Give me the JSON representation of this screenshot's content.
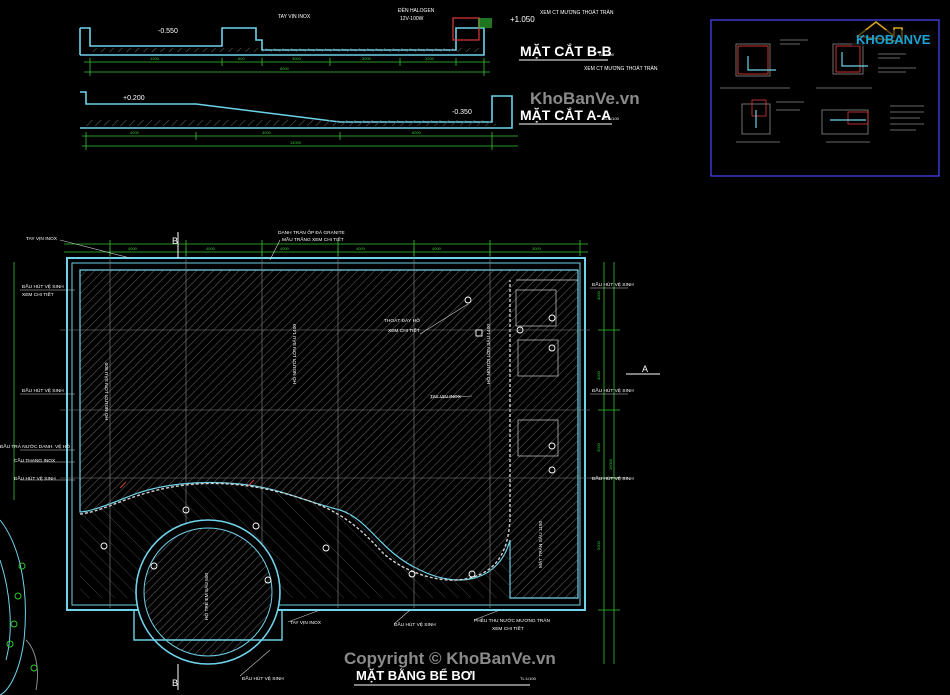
{
  "section_bb": {
    "title": "MẶT CẮT B-B",
    "scale": "TL:1/100",
    "label_light": "ĐÈN HALOGEN",
    "label_light_spec": "12V-100W",
    "label_drain": "XEM CT MƯƠNG THOÁT TRÀN",
    "label_rail": "TAY VỊN INOX",
    "level_left": "-0.550",
    "level_right": "+1.050"
  },
  "section_aa": {
    "title": "MẶT CẮT A-A",
    "scale": "TL:1/100",
    "label_drain": "XEM CT MƯƠNG THOÁT TRÀN",
    "level_left": "+0.200",
    "level_right": "-0.350"
  },
  "plan": {
    "title": "MẶT BẰNG BỂ BƠI",
    "scale": "TL:1/100",
    "section_mark_b": "B",
    "section_mark_a": "A",
    "labels": {
      "rail_top": "TAY VỊN INOX",
      "granite": "DANH TRÁN ỐP ĐÁ GRANITE",
      "granite_detail": "MẦU TRẮNG   XEM CHI TIẾT",
      "suction_1": "ĐẦU HÚT VỆ SINH",
      "see_detail": "XEM CHI TIẾT",
      "suction_2": "ĐẦU HÚT VỆ SINH",
      "overflow": "ĐẦU TRẢ NƯỚC DANH. VỆ HỒ",
      "ladder": "CẦU THANG INOX",
      "suction_3": "ĐẦU HÚT VỆ SINH",
      "floor_drain": "THOÁT ĐÁY HỒ",
      "floor_drain_detail": "XEM CHI TIẾT",
      "rail_mid": "TAY VỊN INOX",
      "rail_bottom": "TAY VỊN INOX",
      "suction_bottom": "ĐẦU HÚT VỆ SINH",
      "funnel": "PHỄU THU NƯỚC MƯƠNG TRÀN",
      "funnel_detail": "XEM CHI TIẾT",
      "suction_bottom2": "ĐẦU HÚT VỆ SINH",
      "suction_r1": "ĐẦU HÚT VỆ SINH",
      "suction_r2": "ĐẦU HÚT VỆ SINH",
      "suction_r3": "ĐẦU HÚT VỆ SINH",
      "depth_1": "HỒ NGƯỜI LỚN SÂU 900",
      "depth_2": "HỒ NGƯỜI LỚN SÂU 1400",
      "depth_3": "HỒ NGƯỜI LỚN SÂU 1400",
      "depth_4": "MẶT TRÀN SÂU 1150",
      "depth_kid": "HỒ TRẺ EM SÂU 500"
    }
  },
  "watermark": {
    "brand": "KhoBanVe.vn",
    "copyright": "Copyright © KhoBanVe.vn",
    "logo": "KHOBANVE"
  },
  "colors": {
    "background": "#000000",
    "wall_cyan": "#6fd3ea",
    "dim_green": "#35c435",
    "line_white": "#ffffff",
    "text_white": "#ffffff",
    "frame_blue": "#4848ff",
    "red_mark": "#e03a3a",
    "hatch": "#6f6f6f",
    "grid_gray": "#8a8a8a"
  }
}
